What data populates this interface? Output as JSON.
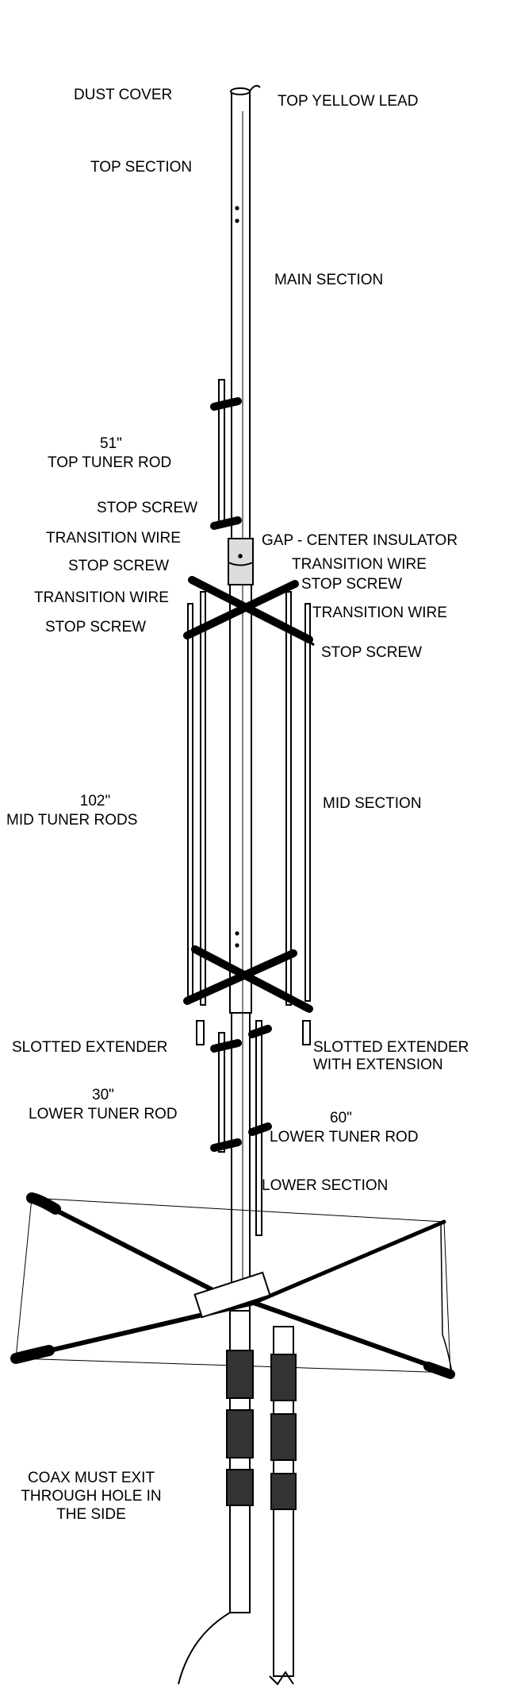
{
  "diagram": {
    "labels": {
      "dust_cover": "DUST COVER",
      "top_yellow_lead": "TOP YELLOW LEAD",
      "top_section": "TOP SECTION",
      "main_section": "MAIN SECTION",
      "top_tuner_rod_length": "51\"",
      "top_tuner_rod": "TOP TUNER ROD",
      "stop_screw_1": "STOP SCREW",
      "transition_wire_1": "TRANSITION WIRE",
      "gap_center_insulator": "GAP - CENTER INSULATOR",
      "stop_screw_2": "STOP SCREW",
      "transition_wire_2": "TRANSITION WIRE",
      "stop_screw_3": "STOP SCREW",
      "transition_wire_3": "TRANSITION WIRE",
      "transition_wire_4": "TRANSITION WIRE",
      "stop_screw_4": "STOP SCREW",
      "stop_screw_5": "STOP SCREW",
      "mid_tuner_rods_length": "102\"",
      "mid_tuner_rods": "MID TUNER RODS",
      "mid_section": "MID SECTION",
      "slotted_extender": "SLOTTED EXTENDER",
      "slotted_extender_ext_line1": "SLOTTED EXTENDER",
      "slotted_extender_ext_line2": "WITH  EXTENSION",
      "lower_tuner_rod_30_length": "30\"",
      "lower_tuner_rod_30": "LOWER TUNER ROD",
      "lower_tuner_rod_60_length": "60\"",
      "lower_tuner_rod_60": "LOWER TUNER ROD",
      "lower_section": "LOWER SECTION",
      "coax_line1": "COAX MUST EXIT",
      "coax_line2": "THROUGH HOLE IN",
      "coax_line3": "THE SIDE"
    }
  }
}
